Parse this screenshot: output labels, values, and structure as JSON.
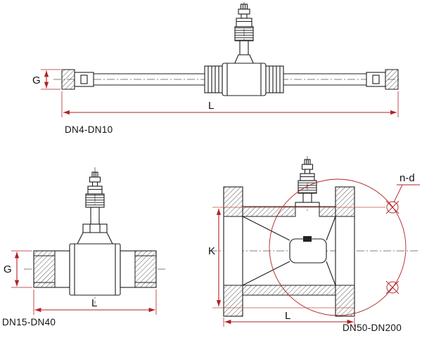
{
  "drawings": {
    "small": {
      "caption": "DN4-DN10",
      "dim_g": "G",
      "dim_l": "L"
    },
    "medium": {
      "caption": "DN15-DN40",
      "dim_g": "G",
      "dim_l": "L"
    },
    "large": {
      "caption": "DN50-DN200",
      "dim_k": "K",
      "dim_l": "L",
      "dim_nd": "n-d"
    }
  },
  "colors": {
    "line": "#1c1c1c",
    "dimension": "#b22222",
    "background": "#ffffff"
  }
}
